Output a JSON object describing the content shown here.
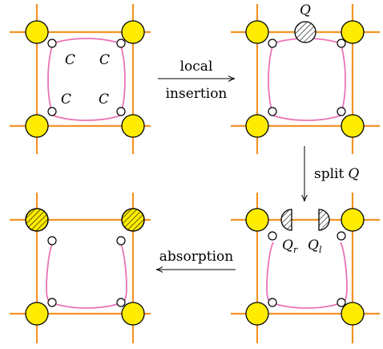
{
  "panels": {
    "top_left": {
      "corner_labels": [
        "C",
        "C",
        "C",
        "C"
      ]
    },
    "top_right": {
      "inserted_label": "Q"
    },
    "bottom_right": {
      "left_piece": {
        "letter": "Q",
        "subscript": "r"
      },
      "right_piece": {
        "letter": "Q",
        "subscript": "l"
      }
    }
  },
  "arrows": {
    "local_insertion": {
      "line1": "local",
      "line2": "insertion"
    },
    "split": {
      "text": "split",
      "symbol": "Q"
    },
    "absorption": {
      "text": "absorption"
    }
  },
  "colors": {
    "lattice": "#f39325",
    "node_fill": "#ffec00",
    "loop": "#ea74b8",
    "outline": "#000000"
  }
}
